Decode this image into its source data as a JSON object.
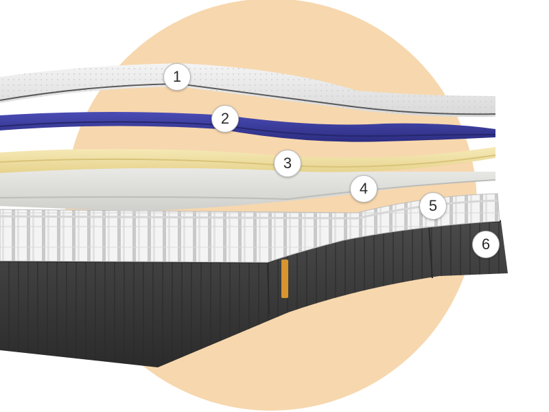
{
  "colors": {
    "background_circle": "#f7d7ad",
    "layer_top": "#e6e6e6",
    "layer_blue": "#3a3b9c",
    "layer_yellow": "#f2e3a6",
    "layer_grey": "#dcdcd8",
    "springs": "#f1f1f1",
    "base": "#3b3b3b",
    "tag": "#d8952f"
  },
  "layers": [
    {
      "number": "1",
      "icon": "top-comfort-layer"
    },
    {
      "number": "2",
      "icon": "blue-foam-layer"
    },
    {
      "number": "3",
      "icon": "yellow-foam-layer"
    },
    {
      "number": "4",
      "icon": "support-foam-layer"
    },
    {
      "number": "5",
      "icon": "pocket-springs-layer"
    },
    {
      "number": "6",
      "icon": "base-cover-layer"
    }
  ]
}
